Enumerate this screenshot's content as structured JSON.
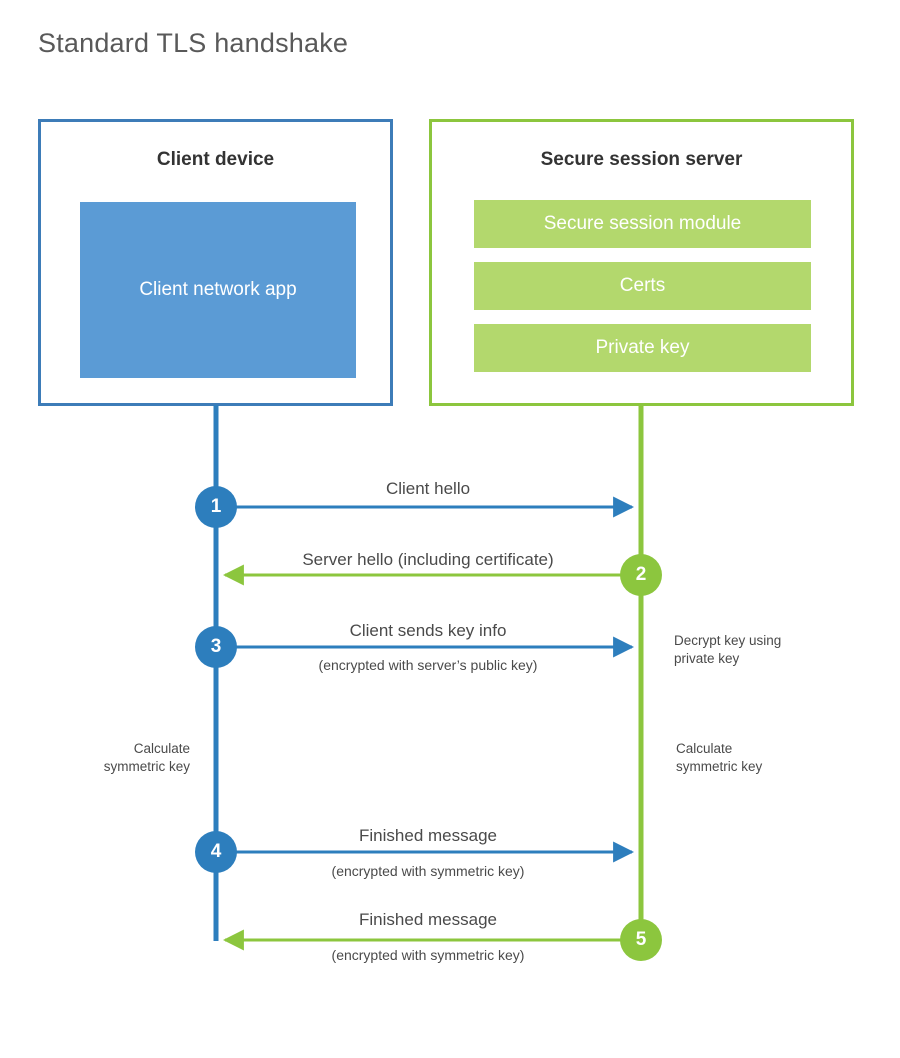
{
  "title": "Standard TLS handshake",
  "colors": {
    "client_border": "#3d7cb8",
    "client_fill": "#5b9bd5",
    "client_accent": "#2d7ebd",
    "server_border": "#8cc63e",
    "server_fill": "#b3d86d",
    "server_accent": "#8cc63e",
    "text": "#4a4a4a",
    "title_text": "#595959",
    "background": "#ffffff"
  },
  "parties": {
    "client": {
      "title": "Client device",
      "component": "Client network app"
    },
    "server": {
      "title": "Secure session server",
      "modules": [
        "Secure session module",
        "Certs",
        "Private key"
      ]
    }
  },
  "steps": [
    {
      "number": "1",
      "label": "Client hello",
      "sub": "",
      "direction": "client-to-server",
      "color": "blue"
    },
    {
      "number": "2",
      "label": "Server hello (including certificate)",
      "sub": "",
      "direction": "server-to-client",
      "color": "green"
    },
    {
      "number": "3",
      "label": "Client sends key info",
      "sub": "(encrypted with server’s public key)",
      "direction": "client-to-server",
      "color": "blue"
    },
    {
      "number": "4",
      "label": "Finished message",
      "sub": "(encrypted with symmetric key)",
      "direction": "client-to-server",
      "color": "blue"
    },
    {
      "number": "5",
      "label": "Finished message",
      "sub": "(encrypted with symmetric key)",
      "direction": "server-to-client",
      "color": "green"
    }
  ],
  "annotations": {
    "server_decrypt": "Decrypt key using\nprivate key",
    "client_calculate": "Calculate\nsymmetric key",
    "server_calculate": "Calculate\nsymmetric key"
  }
}
